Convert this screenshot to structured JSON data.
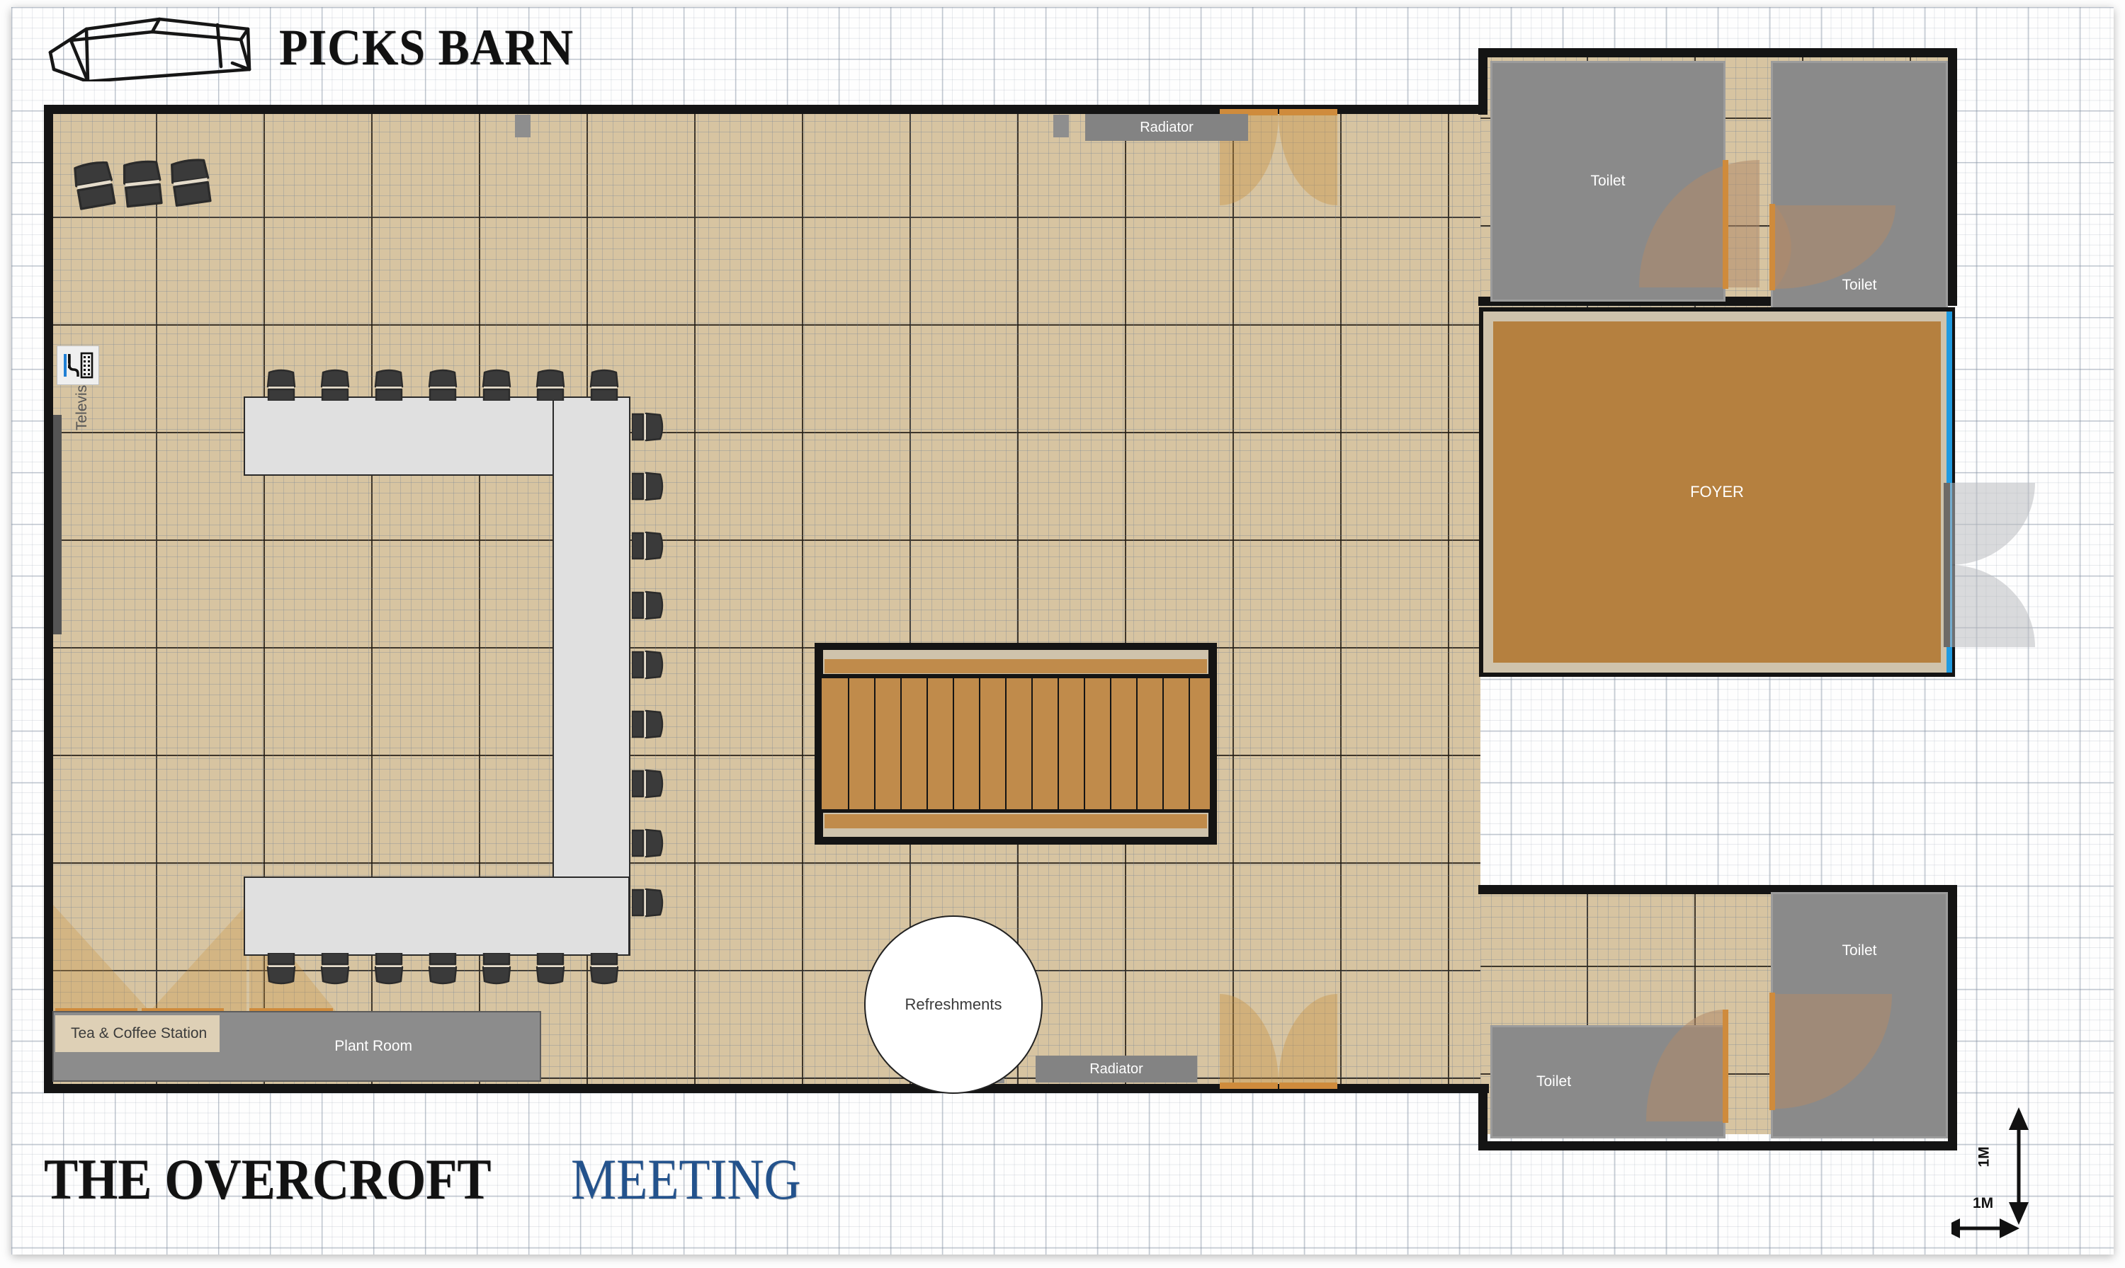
{
  "header": {
    "brand": "PICKS BARN",
    "logo_icon": "barn-sketch-icon"
  },
  "footer": {
    "venue": "THE OVERCROFT",
    "layout": "MEETING"
  },
  "scale": {
    "vertical_label": "1M",
    "horizontal_label": "1M",
    "vertical_icon": "double-arrow-vertical-icon",
    "horizontal_icon": "double-arrow-horizontal-icon"
  },
  "colors": {
    "floor": "#d7c4a1",
    "wall": "#141414",
    "table": "#e0e0e0",
    "chair": "#3a3a3a",
    "room_gray": "#8a8a8a",
    "foyer_brown": "#b5803f",
    "door_orange": "#cf8b3c",
    "entrance_blue": "#1f9ae0",
    "accent_blue": "#23528c",
    "stair_wood": "#c08b4b",
    "tea_label_bg": "#ded0b6"
  },
  "plan": {
    "name": "meeting-room-floor-plan",
    "rooms": [
      {
        "id": "toilet-top-left",
        "label": "Toilet"
      },
      {
        "id": "toilet-top-right",
        "label": "Toilet"
      },
      {
        "id": "toilet-bottom-right",
        "label": "Toilet"
      },
      {
        "id": "toilet-bottom-left",
        "label": "Toilet"
      },
      {
        "id": "foyer",
        "label": "FOYER"
      },
      {
        "id": "plant-room",
        "label": "Plant Room"
      }
    ],
    "fixtures": [
      {
        "id": "refreshments-station",
        "label": "Refreshments",
        "shape": "circle"
      },
      {
        "id": "tea-coffee-station",
        "label": "Tea & Coffee Station",
        "shape": "rect"
      },
      {
        "id": "television",
        "label": "Television",
        "shape": "wall-mounted"
      },
      {
        "id": "radiator-top",
        "label": "Radiator",
        "shape": "bar"
      },
      {
        "id": "radiator-bottom",
        "label": "Radiator",
        "shape": "bar"
      },
      {
        "id": "staircase",
        "label": "",
        "shape": "stairs",
        "treads": 14
      },
      {
        "id": "wall-control-panel",
        "label": "",
        "icon": "cable-control-icon"
      }
    ],
    "furniture": {
      "table_layout": "U-shaped boardroom table",
      "table_segments": 3,
      "chairs_top_row": 7,
      "chairs_bottom_row": 7,
      "chairs_right_column": 9,
      "stacked_chairs_corner": 3,
      "total_seats": 23
    }
  }
}
